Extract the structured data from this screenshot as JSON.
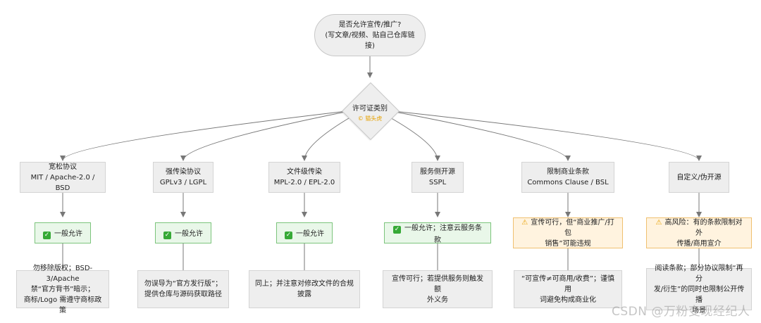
{
  "start": {
    "text": "是否允许宣传/推广?\n(写文章/视频、贴自己仓库链接)"
  },
  "decision": {
    "label": "许可证类别",
    "sub": "© 猫头虎"
  },
  "categories": [
    {
      "title": "宽松协议",
      "sub": "MIT / Apache-2.0 / BSD",
      "verdict": "一般允许",
      "verdict_type": "ok",
      "note": "勿移除版权；BSD-3/Apache\n禁“官方背书”暗示；\n商标/Logo 需遵守商标政策"
    },
    {
      "title": "强传染协议",
      "sub": "GPLv3 / LGPL",
      "verdict": "一般允许",
      "verdict_type": "ok",
      "note": "勿误导为“官方发行版”；\n提供仓库与源码获取路径"
    },
    {
      "title": "文件级传染",
      "sub": "MPL-2.0 / EPL-2.0",
      "verdict": "一般允许",
      "verdict_type": "ok",
      "note": "同上；并注意对修改文件的合规\n披露"
    },
    {
      "title": "服务侧开源",
      "sub": "SSPL",
      "verdict": "一般允许；注意云服务条款",
      "verdict_type": "ok",
      "note": "宣传可行；若提供服务则触发额\n外义务"
    },
    {
      "title": "限制商业条款",
      "sub": "Commons Clause / BSL",
      "verdict": "宣传可行，但“商业推广/打包\n销售”可能违规",
      "verdict_type": "warn",
      "note": "“可宣传≠可商用/收费”；谨慎用\n词避免构成商业化"
    },
    {
      "title": "自定义/伪开源",
      "sub": "",
      "verdict": "高风险：有的条款限制对外\n传播/商用宣介",
      "verdict_type": "warn",
      "note": "阅读条款；部分协议限制“再分\n发/衍生”的同时也限制公开传播\n场景"
    }
  ],
  "watermark": "CSDN @万粉变现经纪人",
  "colors": {
    "ok_bg": "#e9f7e9",
    "ok_border": "#7cc47c",
    "warn_bg": "#fff3df",
    "warn_border": "#f0c070",
    "node_bg": "#eeeeee",
    "edge": "#777777"
  },
  "icons": {
    "ok": "check-box-icon",
    "warn": "warning-triangle-icon"
  }
}
